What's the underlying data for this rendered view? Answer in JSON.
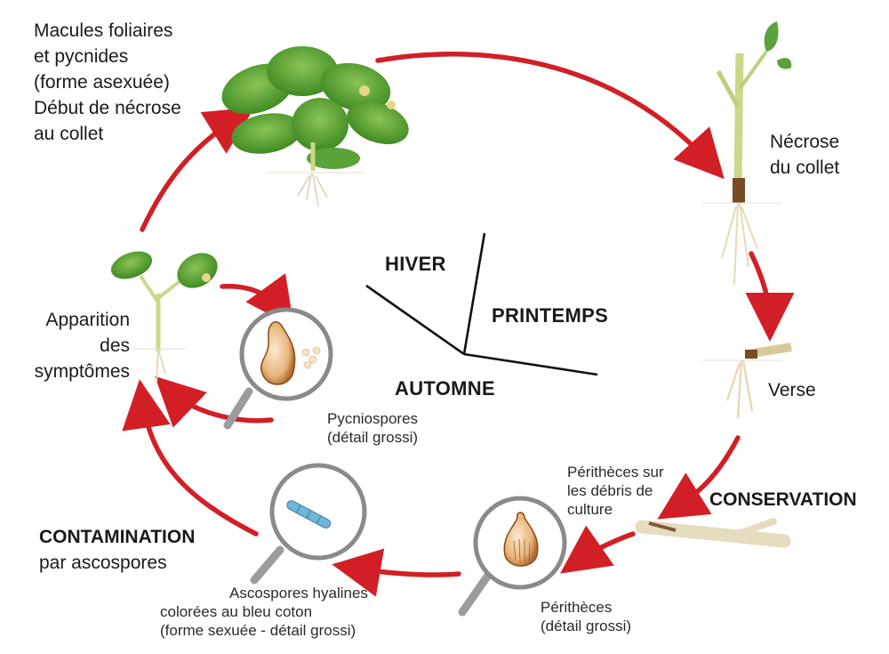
{
  "seasons": {
    "hiver": "HIVER",
    "printemps": "PRINTEMPS",
    "automne": "AUTOMNE"
  },
  "stages": {
    "macules": [
      "Macules foliaires",
      "et pycnides",
      "(forme asexuée)",
      "Début de nécrose",
      "au collet"
    ],
    "necrose": [
      "Nécrose",
      "du collet"
    ],
    "verse": "Verse",
    "conservation": "CONSERVATION",
    "perithecesDebris": [
      "Périthèces sur",
      "les débris de",
      "culture"
    ],
    "peritheces": [
      "Périthèces",
      "(détail grossi)"
    ],
    "ascospores": [
      "Ascospores hyalines",
      "colorées au bleu coton",
      "(forme sexuée - détail grossi)"
    ],
    "contamination": {
      "title": "CONTAMINATION",
      "subtitle": "par ascospores"
    },
    "apparition": [
      "Apparition",
      "des",
      "symptômes"
    ],
    "pycniospores": [
      "Pycniospores",
      "(détail grossi)"
    ]
  },
  "colors": {
    "arrow": "#d21f26",
    "leaf": "#4f9a2c",
    "leafDark": "#2f6e1a",
    "stem": "#c9d98a",
    "root": "#e8d9b8",
    "lens": "#9c9c9c",
    "spore": "#e3a768"
  }
}
